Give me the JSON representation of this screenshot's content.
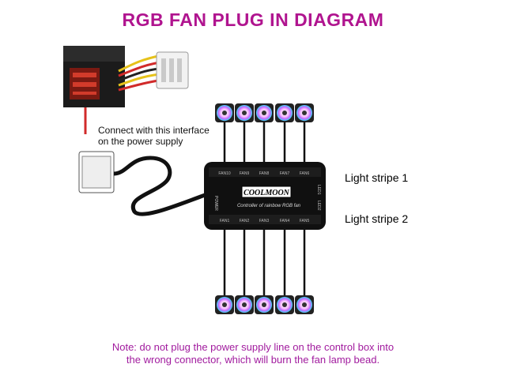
{
  "title": "RGB FAN PLUG IN DIAGRAM",
  "psu_caption_line1": "Connect with this interface",
  "psu_caption_line2": "on the power supply",
  "controller": {
    "brand": "COOLMOON",
    "subtitle": "Controller of rainbow RGB fan",
    "power_label": "POWER",
    "top_ports": [
      "FAN10",
      "FAN9",
      "FAN8",
      "FAN7",
      "FAN6"
    ],
    "bottom_ports": [
      "FAN1",
      "FAN2",
      "FAN3",
      "FAN4",
      "FAN5"
    ],
    "side_ports": [
      "LED1",
      "LED2"
    ]
  },
  "light_stripe_1": "Light stripe 1",
  "light_stripe_2": "Light stripe 2",
  "note_line1": "Note: do not plug the power supply line on the control box into",
  "note_line2": "the wrong connector, which will burn the fan lamp bead.",
  "colors": {
    "title": "#b0148f",
    "note": "#a11b9e",
    "box": "#111111",
    "psu_red": "#c0392b"
  }
}
